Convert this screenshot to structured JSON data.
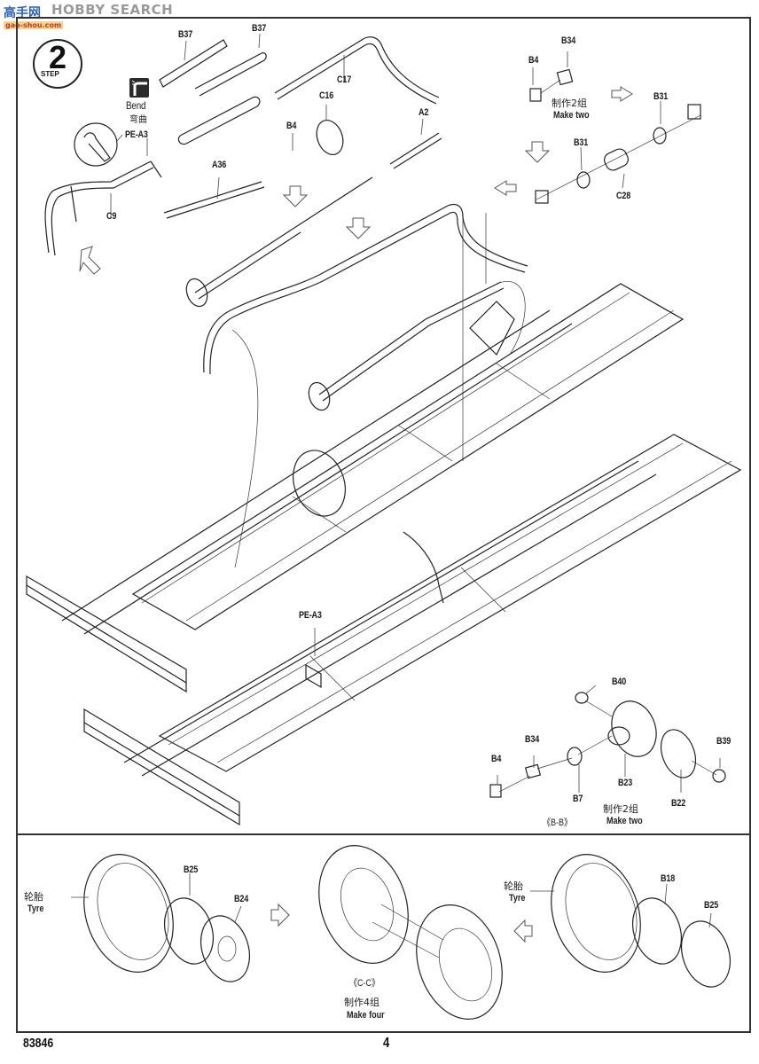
{
  "watermark": {
    "brand_cn": "高手网",
    "brand_en": "HOBBY SEARCH",
    "url": "gao-shou.com"
  },
  "step": {
    "number": "2",
    "word": "STEP"
  },
  "bend_note": {
    "icon": "bend-icon",
    "label_en": "Bend",
    "label_cn": "弯曲"
  },
  "upper_section": {
    "part_labels": {
      "b37_a": "B37",
      "b37_b": "B37",
      "c17": "C17",
      "c16": "C16",
      "b4_upper": "B4",
      "a2": "A2",
      "a36": "A36",
      "pe_a3_detail": "PE-A3",
      "c9": "C9",
      "b34_top": "B34",
      "b4_top": "B4",
      "b31_a": "B31",
      "b31_b": "B31",
      "c28": "C28",
      "pe_a3_frame": "PE-A3"
    },
    "subassembly_top": {
      "qty_cn": "制作2组",
      "qty_en": "Make two"
    },
    "subassembly_bb": {
      "labels": {
        "b40": "B40",
        "b34": "B34",
        "b4": "B4",
        "b39": "B39",
        "b7": "B7",
        "b23": "B23",
        "b22": "B22"
      },
      "view_tag": "《B-B》",
      "qty_cn": "制作2组",
      "qty_en": "Make two"
    }
  },
  "lower_section": {
    "left_wheel": {
      "tyre_cn": "轮胎",
      "tyre_en": "Tyre",
      "b25": "B25",
      "b24": "B24"
    },
    "center_wheel": {
      "view_tag": "《C-C》",
      "qty_cn": "制作4组",
      "qty_en": "Make four"
    },
    "right_wheel": {
      "tyre_cn": "轮胎",
      "tyre_en": "Tyre",
      "b18": "B18",
      "b25": "B25"
    }
  },
  "footer": {
    "kit_number": "83846",
    "page_number": "4"
  }
}
